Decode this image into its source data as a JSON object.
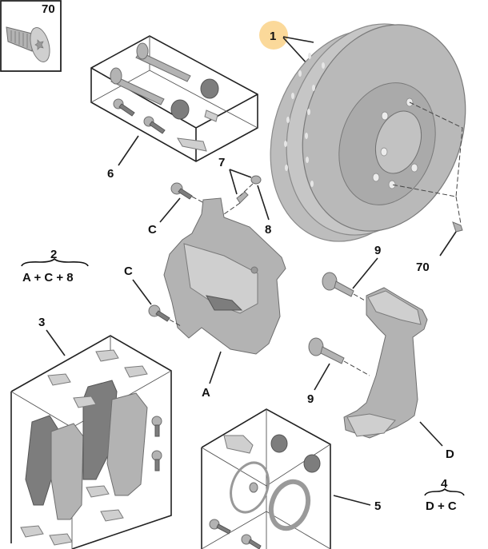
{
  "diagram": {
    "title": "Front brake assembly exploded view",
    "highlight_color": "#fbd99a",
    "callouts": {
      "inset_screw": "70",
      "disc": "1",
      "pin_kit": "6",
      "bleed": "7",
      "cap": "8",
      "caliper_bolt_upper": "C",
      "caliper_bolt_lower": "C",
      "disc_screw": "70",
      "carrier_bolt_upper": "9",
      "carrier_bolt_lower": "9",
      "pads": "3",
      "caliper": "A",
      "carrier": "D",
      "seal_kit": "5"
    },
    "groups": [
      {
        "number": "2",
        "formula": "A + C + 8"
      },
      {
        "number": "4",
        "formula": "D + C"
      }
    ]
  }
}
